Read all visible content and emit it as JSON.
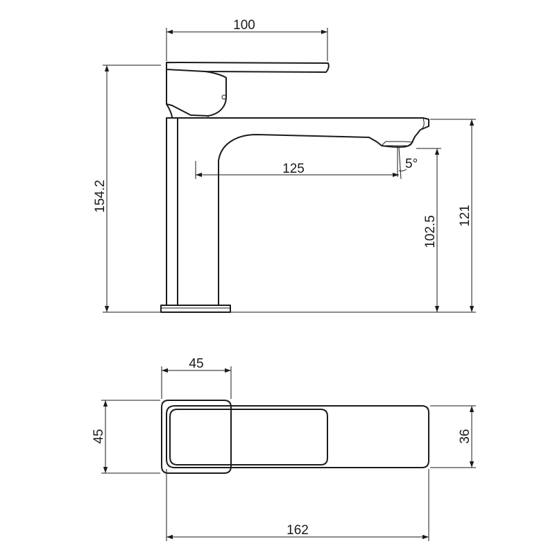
{
  "drawing": {
    "side_view": {
      "dimensions": {
        "lever_width": "100",
        "total_height": "154.2",
        "spout_reach": "125",
        "spout_angle": "5°",
        "outlet_height": "102.5",
        "spout_top_height": "121"
      }
    },
    "top_view": {
      "dimensions": {
        "body_width": "45",
        "body_depth": "45",
        "spout_depth": "36",
        "total_length": "162"
      }
    }
  }
}
